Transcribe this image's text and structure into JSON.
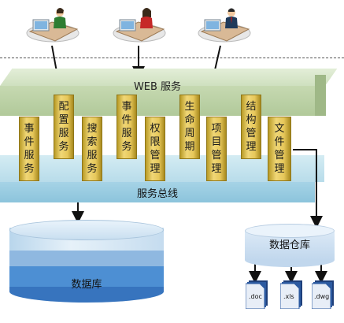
{
  "web_layer": {
    "label": "WEB 服务"
  },
  "bus_layer": {
    "label": "服务总线"
  },
  "services": [
    {
      "text": "事件服务"
    },
    {
      "text": "配置服务"
    },
    {
      "text": "搜索服务"
    },
    {
      "text": "事件服务"
    },
    {
      "text": "权限管理"
    },
    {
      "text": "生命周期"
    },
    {
      "text": "项目管理"
    },
    {
      "text": "结构管理"
    },
    {
      "text": "文件管理"
    }
  ],
  "database": {
    "label": "数据库"
  },
  "warehouse": {
    "label": "数据仓库"
  },
  "files": [
    {
      "label": ".doc"
    },
    {
      "label": ".xls"
    },
    {
      "label": ".dwg"
    }
  ],
  "users": [
    {
      "icon": "user-female-computer-icon"
    },
    {
      "icon": "user-female-computer-icon"
    },
    {
      "icon": "user-male-computer-icon"
    }
  ],
  "colors": {
    "web_layer": "#c6d9b1",
    "bus_layer": "#a6d3e6",
    "service_block": "#e6c75a",
    "storage": "#c5dcef",
    "db_band": "#3f86cf"
  }
}
